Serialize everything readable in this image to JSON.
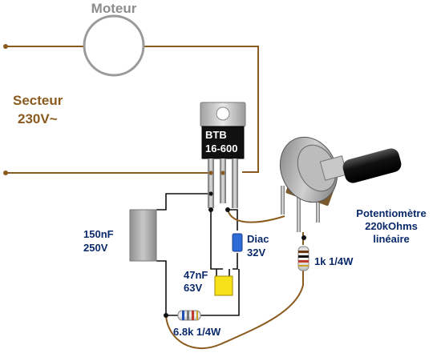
{
  "labels": {
    "motor": "Moteur",
    "mains_line1": "Secteur",
    "mains_line2": "230V~",
    "triac_line1": "BTB",
    "triac_line2": "16-600",
    "cap_150_line1": "150nF",
    "cap_150_line2": "250V",
    "cap_47_line1": "47nF",
    "cap_47_line2": "63V",
    "diac_line1": "Diac",
    "diac_line2": "32V",
    "resistor_1k": "1k 1/4W",
    "resistor_68k": "6.8k 1/4W",
    "pot_line1": "Potentiomètre",
    "pot_line2": "220kOhms",
    "pot_line3": "linéaire"
  },
  "colors": {
    "wire_mains": "#8a5a1e",
    "text_label": "#0a2a6b",
    "text_mains": "#8a5a1e",
    "text_motor": "#8c8c8c",
    "diac_body": "#2f6bd8",
    "cap_47_body": "#f7e21a",
    "cap_150_body": "#a9a9a9"
  }
}
